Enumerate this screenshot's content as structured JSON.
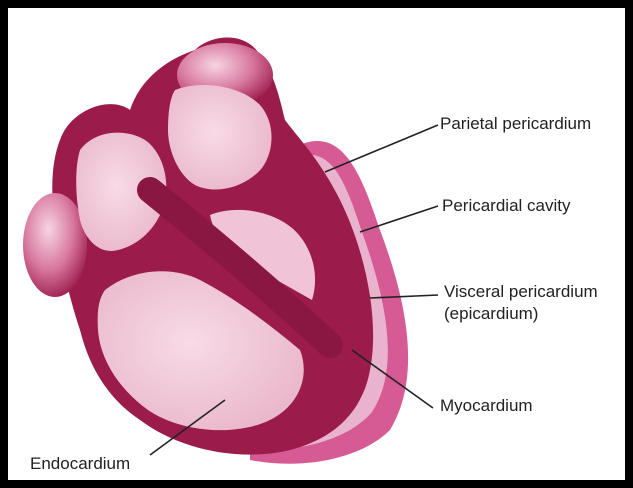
{
  "labels": {
    "parietal": "Parietal pericardium",
    "cavity": "Pericardial cavity",
    "visceral_line1": "Visceral pericardium",
    "visceral_line2": "(epicardium)",
    "myocardium": "Myocardium",
    "endocardium": "Endocardium"
  },
  "colors": {
    "background": "#ffffff",
    "frame": "#000000",
    "myocardium": "#9b1b4b",
    "pericardium": "#c13a78",
    "cavity": "#e9a6c6",
    "chamber": "#f2cfdc",
    "leader_line": "#222222"
  }
}
